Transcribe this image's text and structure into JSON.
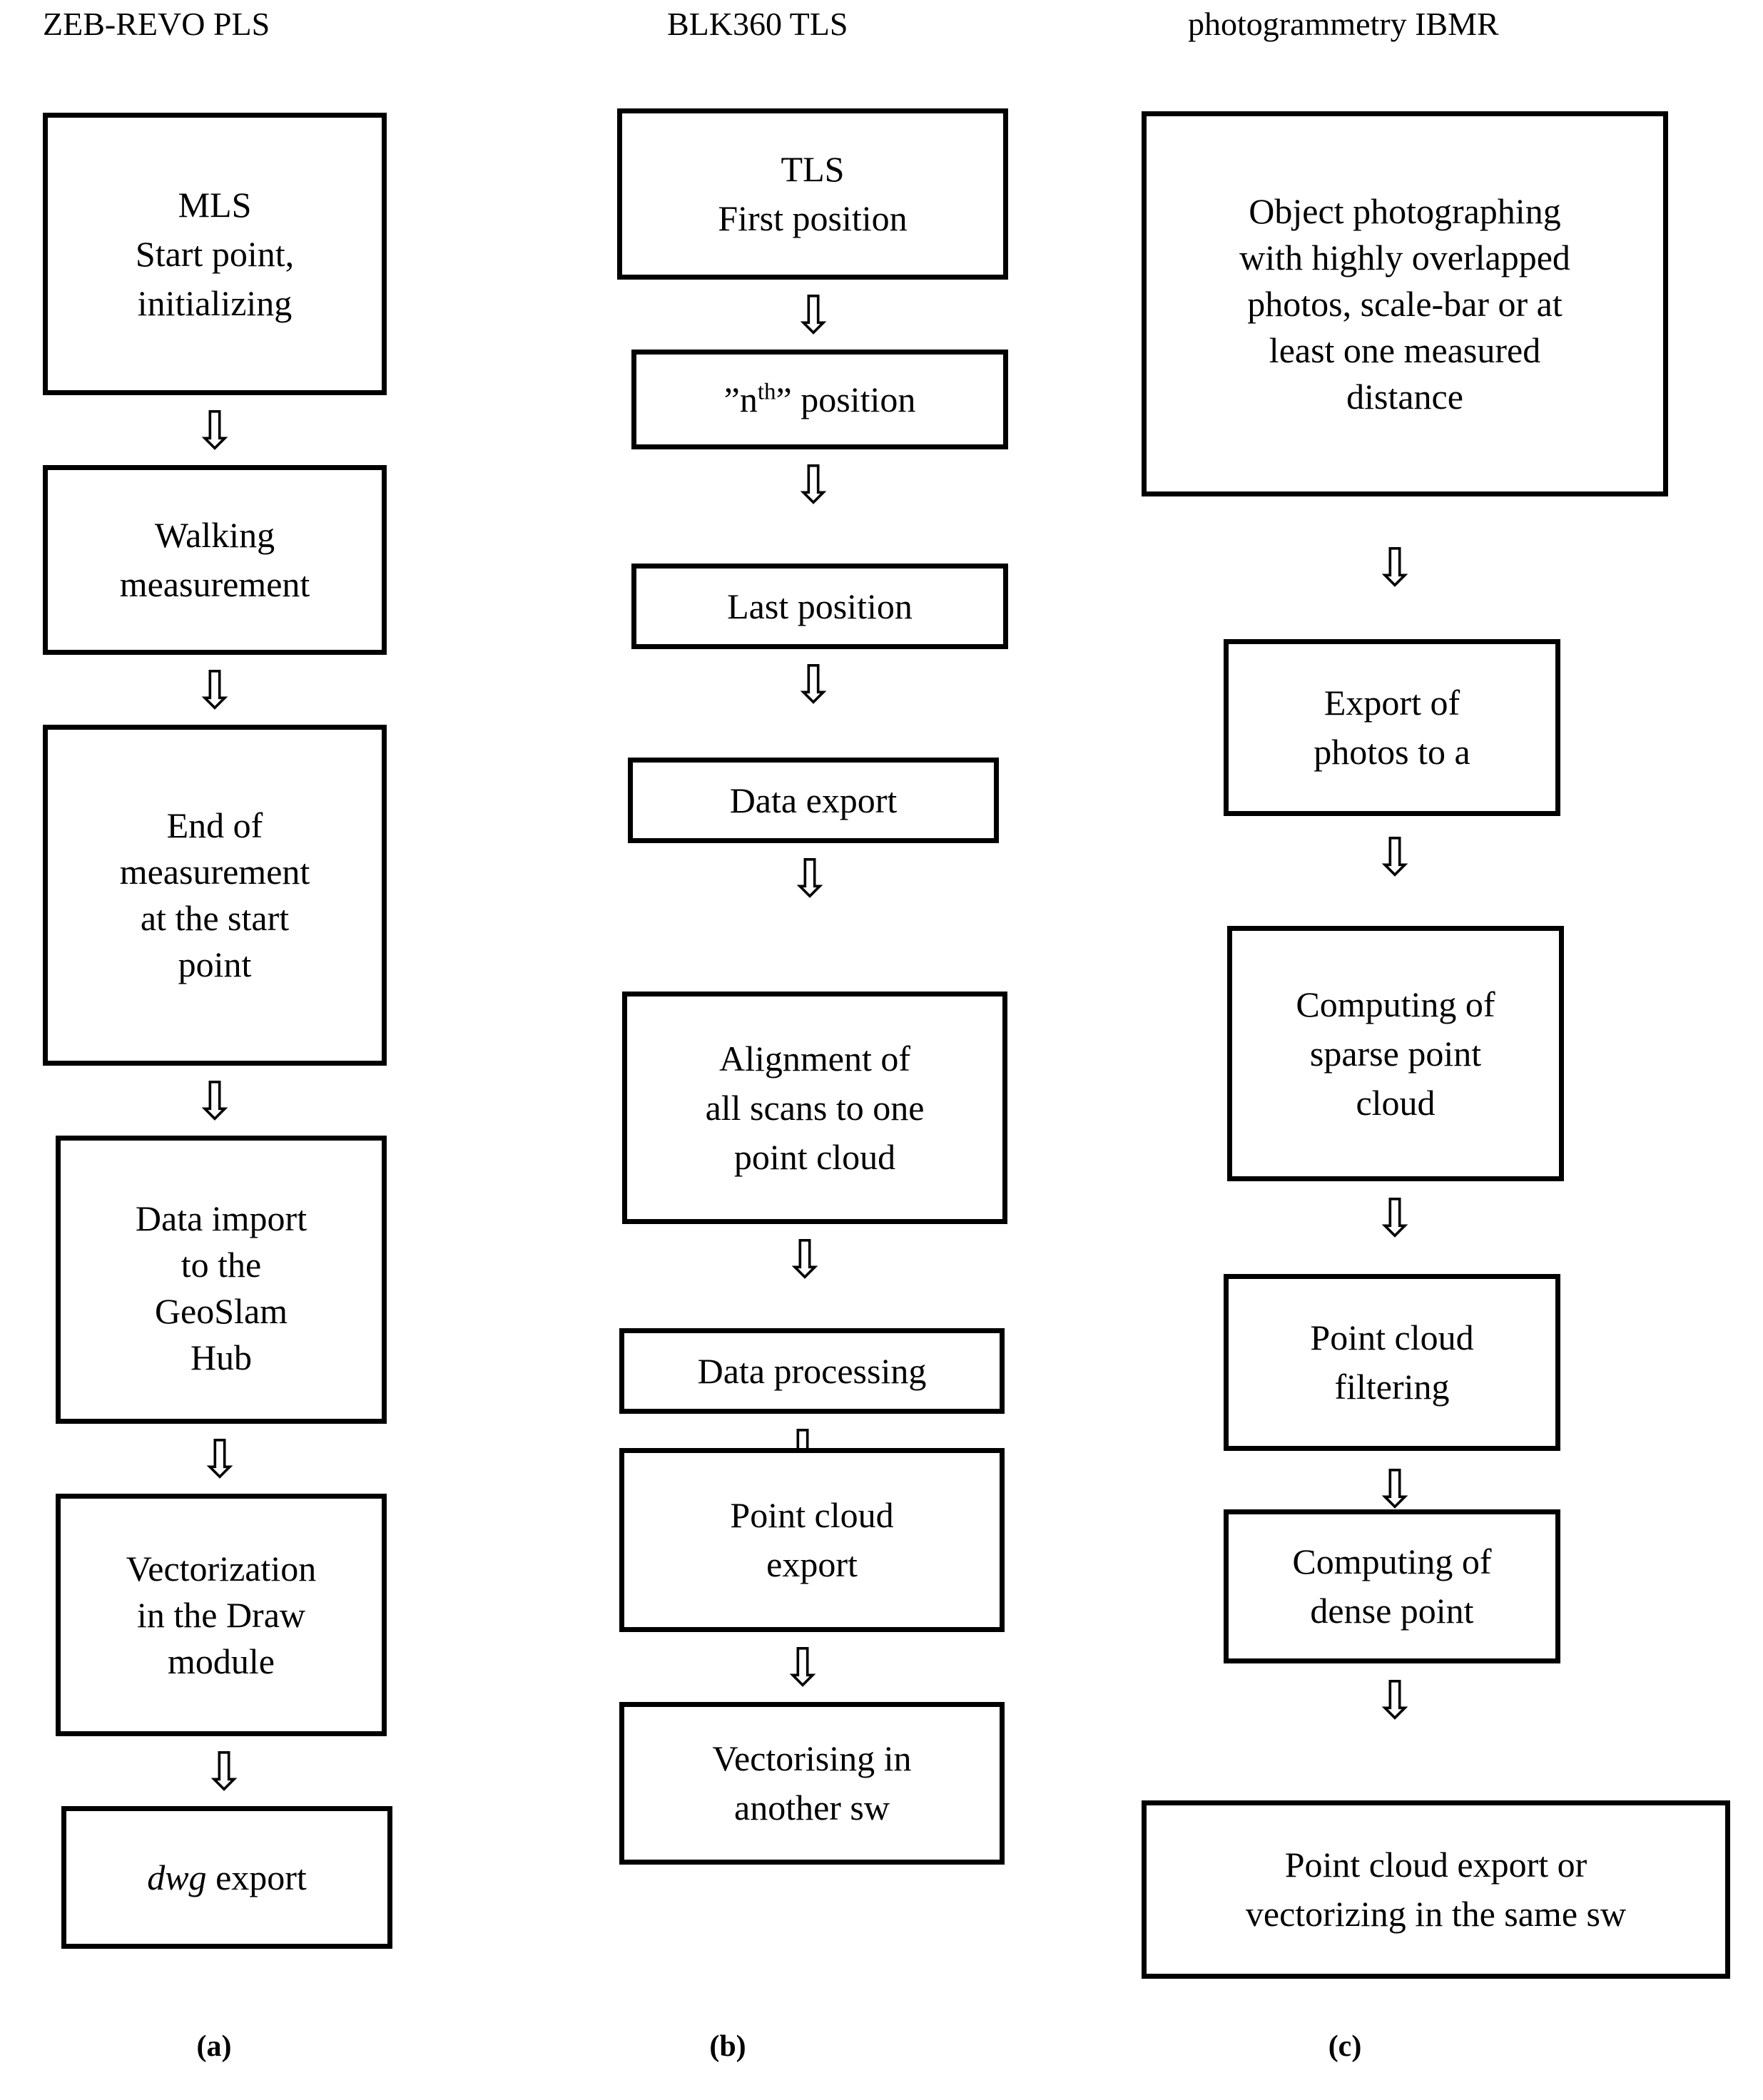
{
  "figure": {
    "type": "flowchart",
    "orientation": "three parallel vertical workflows",
    "arrow_glyph": "⇩"
  },
  "columns": [
    {
      "id": "a",
      "header": "ZEB-REVO PLS",
      "caption": "(a)",
      "nodes": [
        {
          "id": "a1",
          "lines": [
            "MLS",
            "Start point,",
            "initializing"
          ]
        },
        {
          "id": "a2",
          "lines": [
            "Walking",
            "measurement"
          ]
        },
        {
          "id": "a3",
          "lines": [
            "End of",
            "measurement",
            "at the start",
            "point"
          ]
        },
        {
          "id": "a4",
          "lines": [
            "Data import",
            "to the",
            "GeoSlam",
            "Hub"
          ]
        },
        {
          "id": "a5",
          "lines": [
            "Vectorization",
            "in the Draw",
            "module"
          ]
        },
        {
          "id": "a6",
          "lines": [
            "dwg export"
          ],
          "italic_prefix": "dwg",
          "rest": " export"
        }
      ]
    },
    {
      "id": "b",
      "header": "BLK360 TLS",
      "caption": "(b)",
      "nodes": [
        {
          "id": "b1",
          "lines": [
            "TLS",
            "First position"
          ]
        },
        {
          "id": "b2",
          "lines": [
            "”nᵗʰ” position"
          ],
          "raw": "”nth” position"
        },
        {
          "id": "b3",
          "lines": [
            "Last position"
          ]
        },
        {
          "id": "b4",
          "lines": [
            "Data export"
          ]
        },
        {
          "id": "b5",
          "lines": [
            "Alignment of",
            "all scans to one",
            "point cloud"
          ]
        },
        {
          "id": "b6",
          "lines": [
            "Data processing"
          ]
        },
        {
          "id": "b7",
          "lines": [
            "Point cloud",
            "export"
          ]
        },
        {
          "id": "b8",
          "lines": [
            "Vectorising in",
            "another sw"
          ]
        }
      ]
    },
    {
      "id": "c",
      "header": "photogrammetry IBMR",
      "caption": "(c)",
      "nodes": [
        {
          "id": "c1",
          "lines": [
            "Object photographing",
            "with highly overlapped",
            "photos, scale-bar or at",
            "least one measured",
            "distance"
          ]
        },
        {
          "id": "c2",
          "lines": [
            "Export of",
            "photos to a"
          ]
        },
        {
          "id": "c3",
          "lines": [
            "Computing of",
            "sparse point",
            "cloud"
          ]
        },
        {
          "id": "c4",
          "lines": [
            "Point cloud",
            "filtering"
          ]
        },
        {
          "id": "c5",
          "lines": [
            "Computing of",
            "dense point"
          ]
        },
        {
          "id": "c6",
          "lines": [
            "Point cloud export or",
            "vectorizing in the same sw"
          ]
        }
      ]
    }
  ],
  "nth_box": {
    "open_quote": "”",
    "base": "n",
    "superscript": "th",
    "close_quote": "”",
    "suffix": " position"
  },
  "colors": {
    "stroke": "#000000",
    "fill": "#ffffff",
    "text": "#000000"
  }
}
